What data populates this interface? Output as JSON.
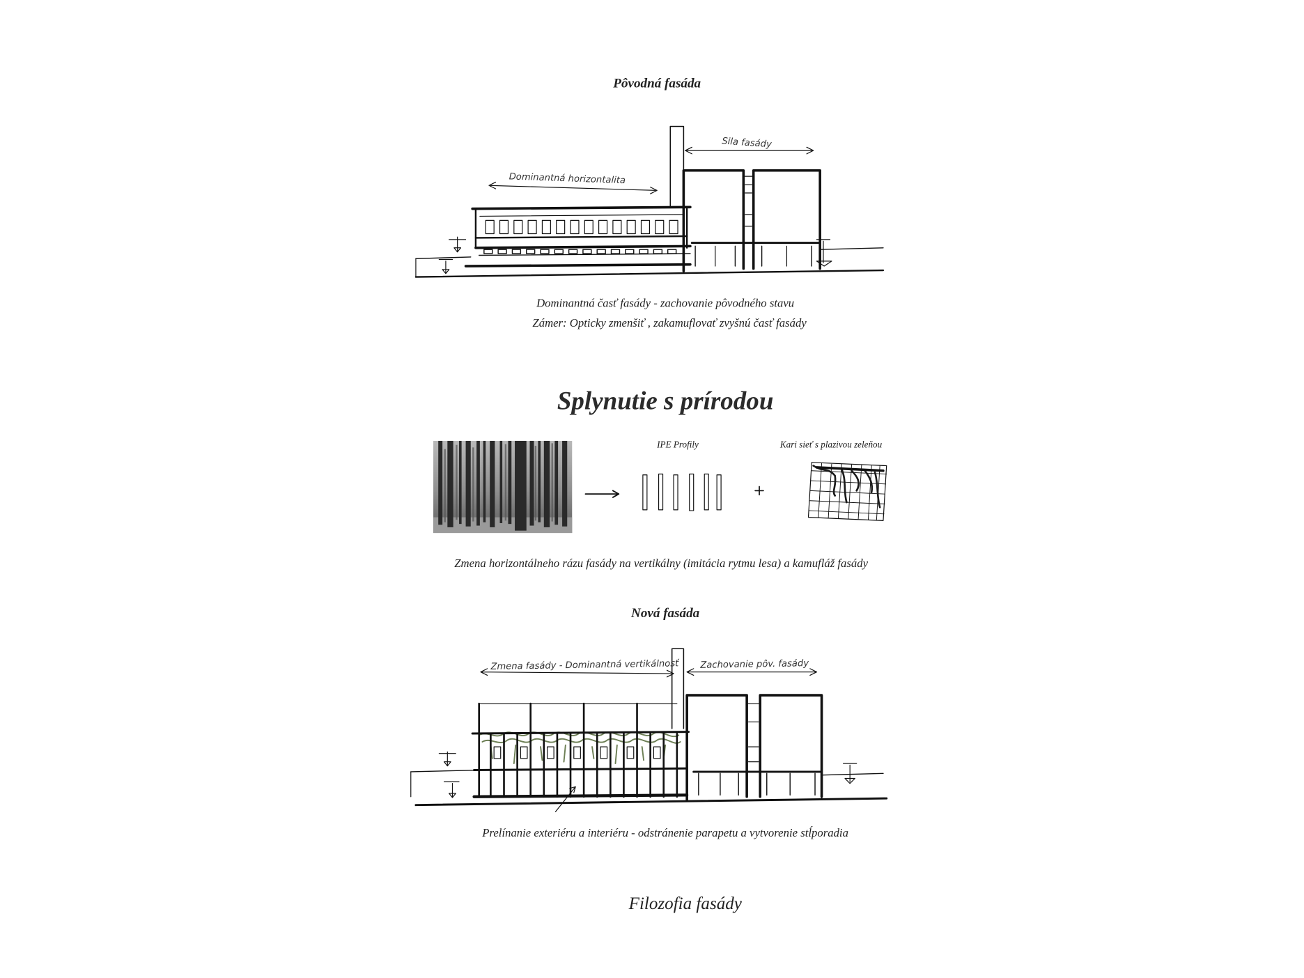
{
  "original_facade": {
    "title": "Pôvodná fasáda",
    "annotation_horizontal": "Dominantná horizontalita",
    "annotation_force": "Sila fasády",
    "caption_line1": "Dominantná časť fasády - zachovanie pôvodného stavu",
    "caption_line2": "Zámer: Opticky zmenšiť , zakamuflovať zvyšnú časť fasády"
  },
  "concept": {
    "title": "Splynutie s prírodou",
    "ipe_label": "IPE Profily",
    "mesh_label": "Kari sieť s plazivou zeleňou",
    "plus": "+",
    "caption": "Zmena horizontálneho rázu fasády na vertikálny (imitácia rytmu lesa) a kamufláž fasády"
  },
  "new_facade": {
    "title": "Nová fasáda",
    "annotation_change": "Zmena fasády - Dominantná vertikálnosť",
    "annotation_keep": "Zachovanie pôv. fasády",
    "caption": "Prelínanie exteriéru a interiéru - odstránenie parapetu a vytvorenie stĺporadia"
  },
  "footer": {
    "title": "Filozofia fasády"
  }
}
